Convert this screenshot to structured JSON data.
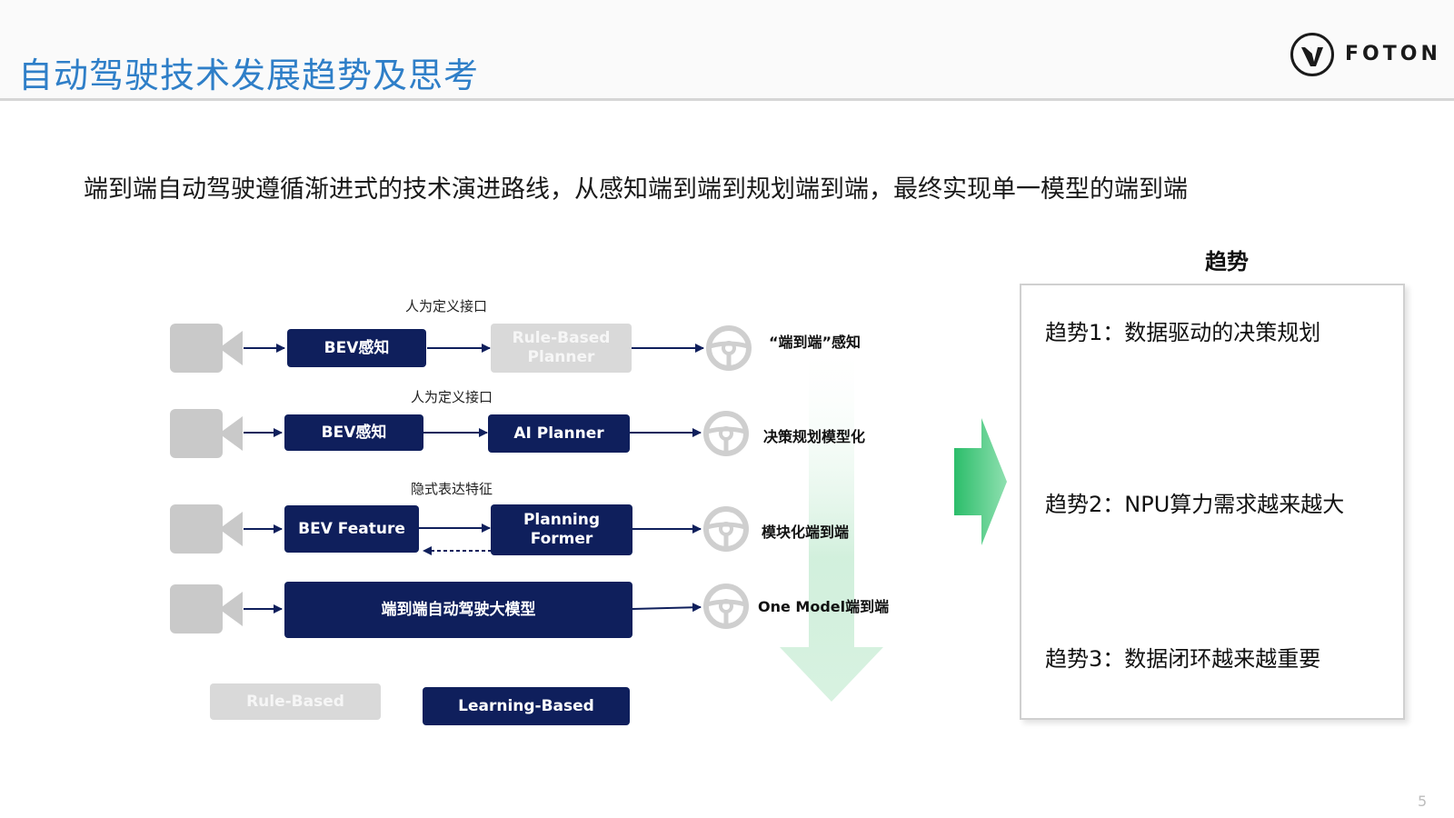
{
  "header": {
    "title": "自动驾驶技术发展趋势及思考",
    "logo_text": "FOTON"
  },
  "subtitle": "端到端自动驾驶遵循渐进式的技术演进路线，从感知端到端到规划端到端，最终实现单一模型的端到端",
  "diagram": {
    "rows": [
      {
        "top_label": "人为定义接口",
        "perception": "BEV感知",
        "planner": "Rule-Based Planner",
        "result": "“端到端”感知"
      },
      {
        "top_label": "人为定义接口",
        "perception": "BEV感知",
        "planner": "AI Planner",
        "result": "决策规划模型化"
      },
      {
        "top_label": "隐式表达特征",
        "perception": "BEV Feature",
        "planner": "Planning Former",
        "result": "模块化端到端"
      },
      {
        "model": "端到端自动驾驶大模型",
        "result": "One Model端到端"
      }
    ],
    "legend": {
      "rule_based": "Rule-Based",
      "learning_based": "Learning-Based"
    }
  },
  "trends": {
    "heading": "趋势",
    "items": [
      "趋势1：数据驱动的决策规划",
      "趋势2：NPU算力需求越来越大",
      "趋势3：数据闭环越来越重要"
    ]
  },
  "page_number": "5",
  "colors": {
    "title_blue": "#2f7fc8",
    "box_dark": "#0f1f5c",
    "box_light": "#d9d9d9",
    "arrow_green": "#3cc47a"
  }
}
